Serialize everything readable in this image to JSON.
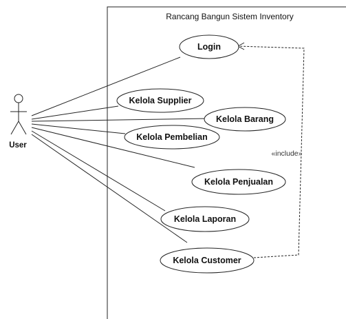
{
  "system": {
    "title": "Rancang Bangun Sistem Inventory"
  },
  "actor": {
    "name": "User"
  },
  "use_cases": {
    "login": "Login",
    "kelola_supplier": "Kelola Supplier",
    "kelola_barang": "Kelola Barang",
    "kelola_pembelian": "Kelola Pembelian",
    "kelola_penjualan": "Kelola Penjualan",
    "kelola_laporan": "Kelola Laporan",
    "kelola_customer": "Kelola Customer"
  },
  "relationship": {
    "include_label": "«include»"
  }
}
